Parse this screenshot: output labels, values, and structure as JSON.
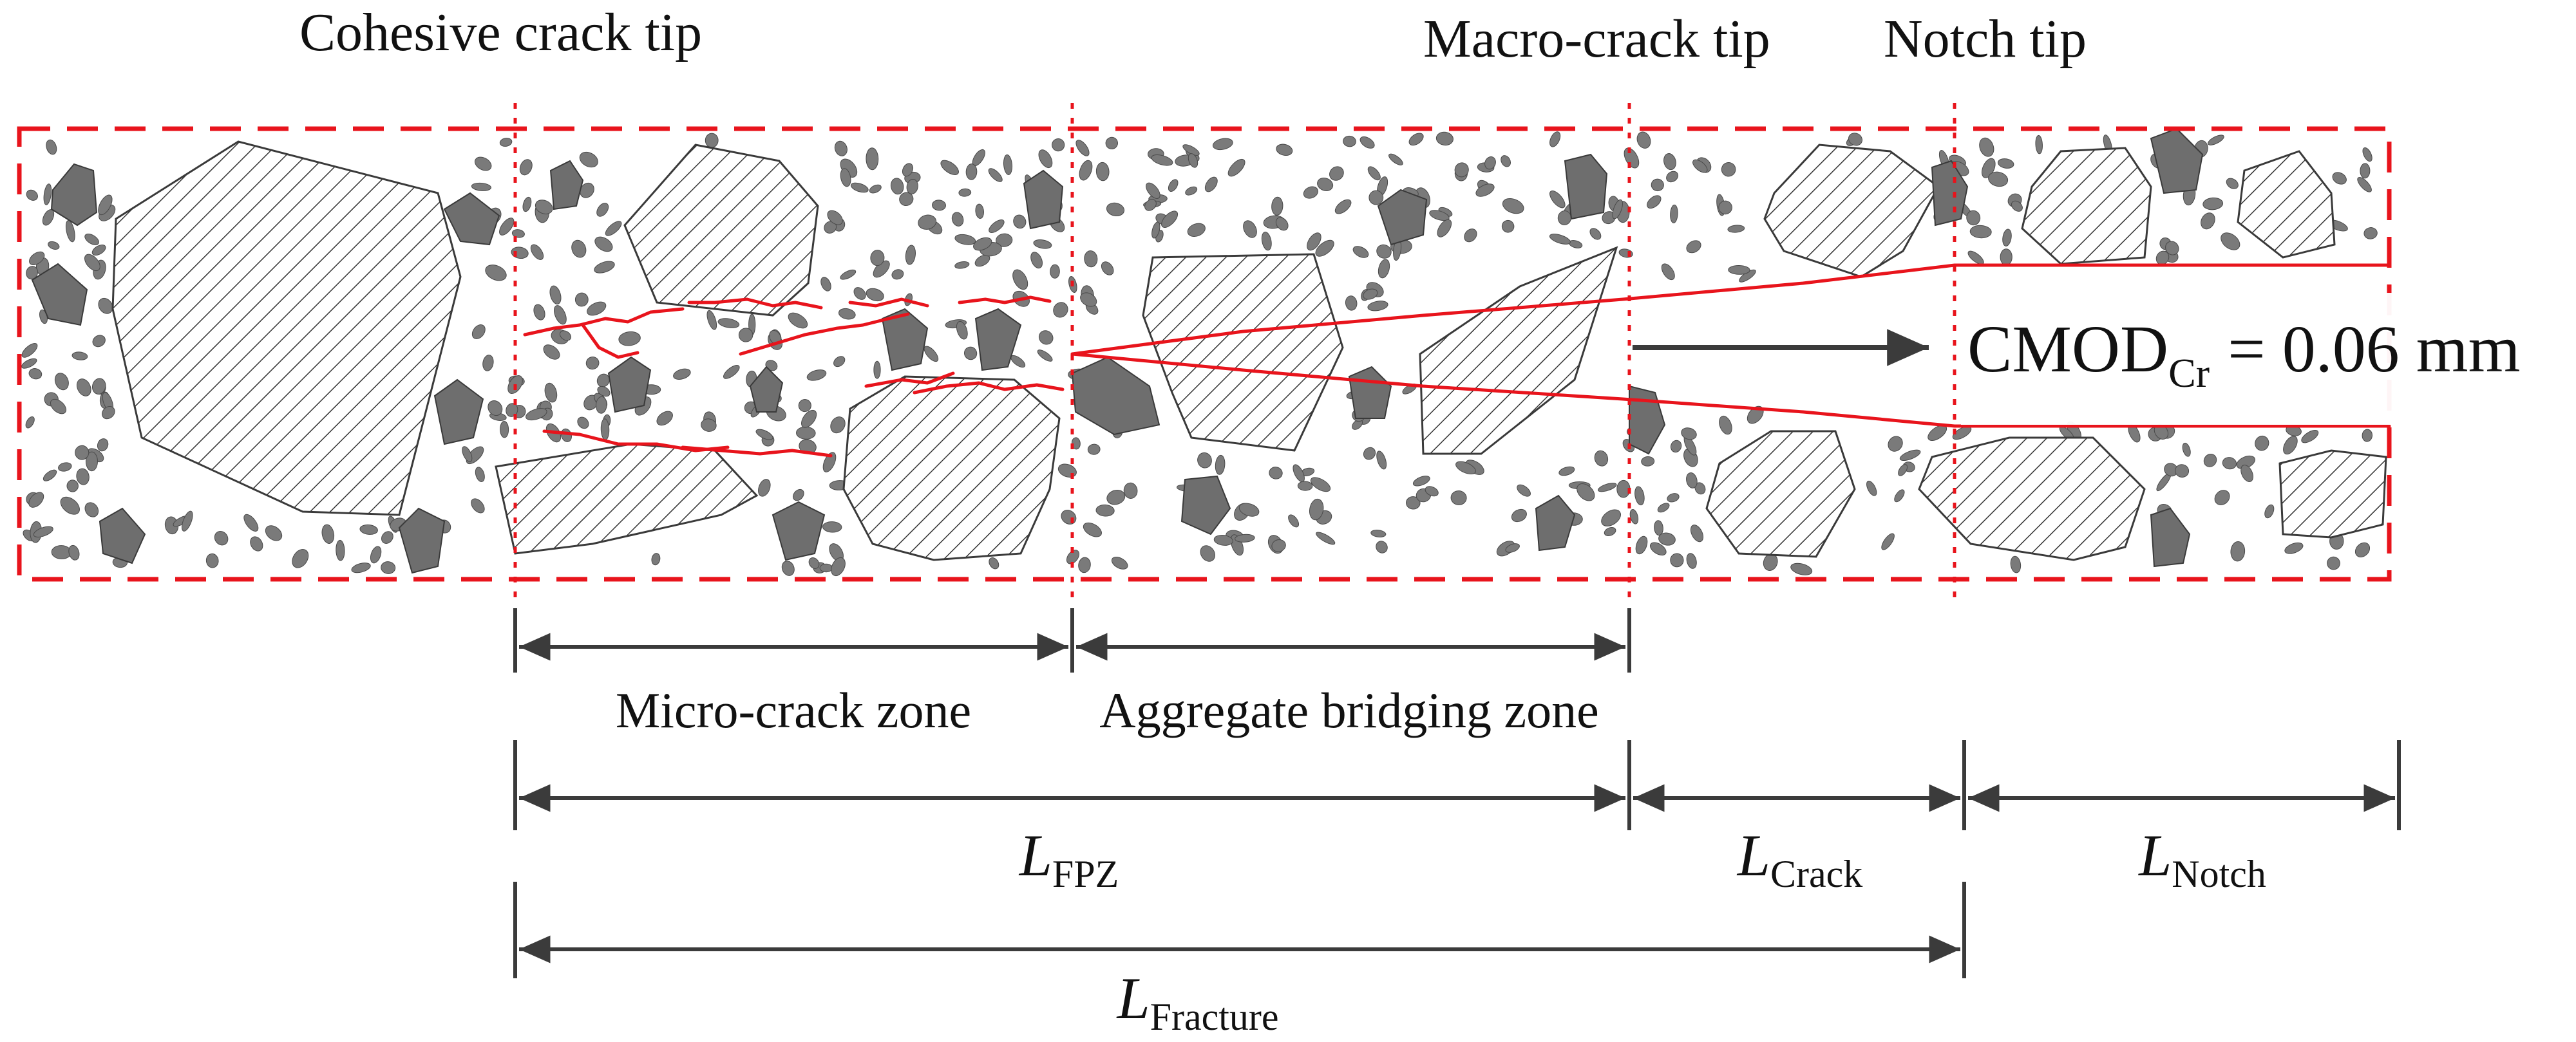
{
  "tip_labels": {
    "cohesive": "Cohesive crack tip",
    "macro": "Macro-crack tip",
    "notch": "Notch tip"
  },
  "cmod": {
    "main": "CMOD",
    "sub": "Cr",
    "value": "= 0.06 mm"
  },
  "zones": {
    "micro": "Micro-crack zone",
    "bridging": "Aggregate bridging zone"
  },
  "lengths": {
    "symbol": "L",
    "fpz": "FPZ",
    "crack": "Crack",
    "notch": "Notch",
    "fracture": "Fracture"
  },
  "colors": {
    "boundary": "#e8141c",
    "crack": "#e8141c",
    "aggregate_fill": "#6e6e6e",
    "aggregate_stroke": "#3a3a3a",
    "hatched_fill": "#ffffff",
    "dimension": "#3b3b3b",
    "text": "#111111"
  },
  "icons": {
    "arrowhead": "arrow-head-icon",
    "hatch": "hatch-pattern"
  }
}
